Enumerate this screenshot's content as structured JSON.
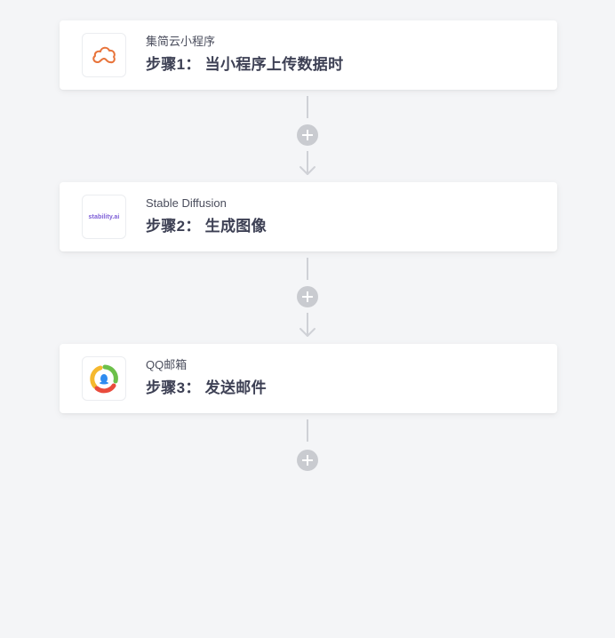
{
  "steps": [
    {
      "app_name": "集简云小程序",
      "title": "步骤1： 当小程序上传数据时",
      "icon": "cloud-icon",
      "icon_color": "#e8743b"
    },
    {
      "app_name": "Stable Diffusion",
      "title": "步骤2： 生成图像",
      "icon": "stability-ai-logo",
      "logo_text": "stability.ai",
      "icon_color": "#7b5bd6"
    },
    {
      "app_name": "QQ邮箱",
      "title": "步骤3： 发送邮件",
      "icon": "qq-mail-icon",
      "icon_colors": [
        "#f5b82e",
        "#6cc04a",
        "#e94b3c",
        "#2f8cf0"
      ]
    }
  ],
  "connector": {
    "add_icon": "plus-circle-icon",
    "arrow_icon": "arrow-down-icon",
    "color": "#c9cbd0"
  },
  "colors": {
    "background": "#f4f5f7",
    "card": "#ffffff",
    "title_text": "#3d4054",
    "subtitle_text": "#4a4d5c"
  }
}
